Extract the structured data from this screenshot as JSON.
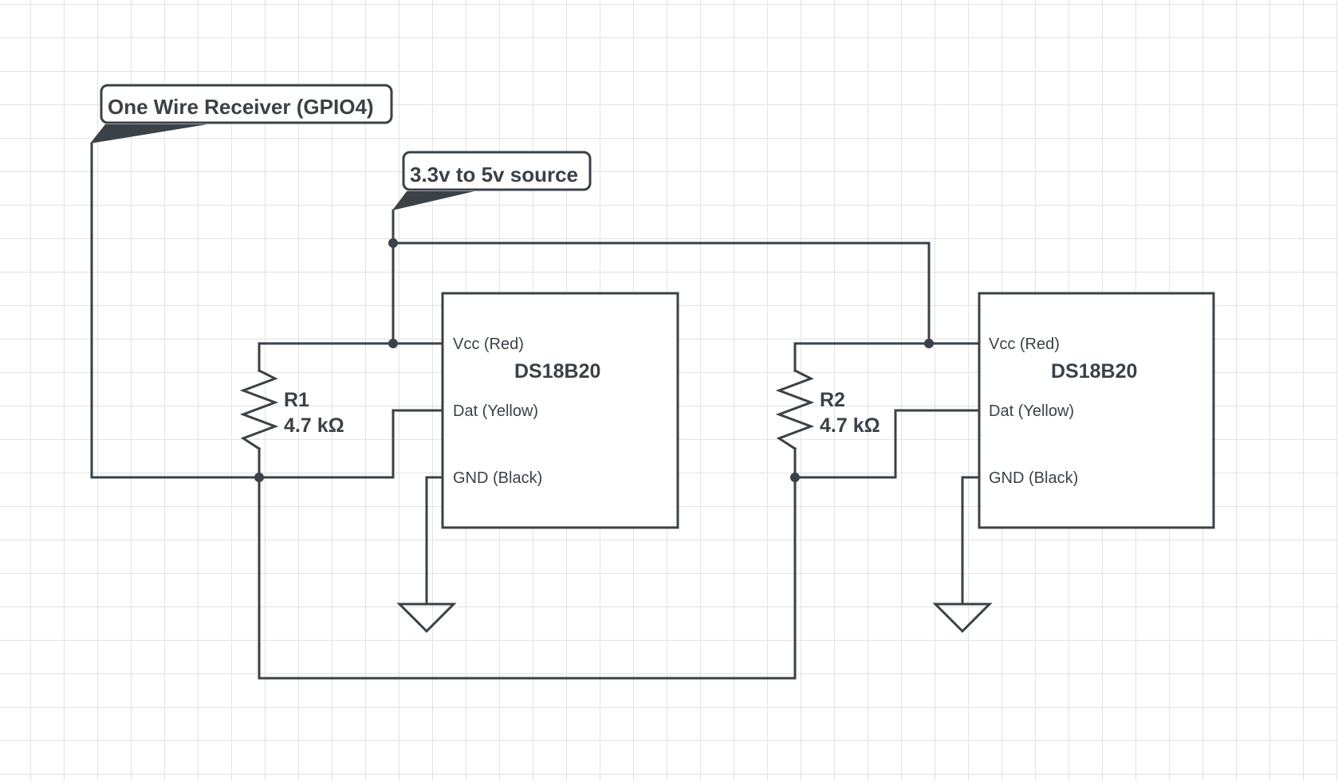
{
  "labels": {
    "gpio": "One Wire Receiver (GPIO4)",
    "source": "3.3v to 5v source"
  },
  "sensors": [
    {
      "title": "DS18B20",
      "pins": {
        "vcc": "Vcc (Red)",
        "dat": "Dat (Yellow)",
        "gnd": "GND (Black)"
      }
    },
    {
      "title": "DS18B20",
      "pins": {
        "vcc": "Vcc (Red)",
        "dat": "Dat (Yellow)",
        "gnd": "GND (Black)"
      }
    }
  ],
  "resistors": [
    {
      "name": "R1",
      "value": "4.7 kΩ"
    },
    {
      "name": "R2",
      "value": "4.7 kΩ"
    }
  ],
  "colors": {
    "stroke": "#3a4147",
    "grid": "#e3e3e3"
  }
}
